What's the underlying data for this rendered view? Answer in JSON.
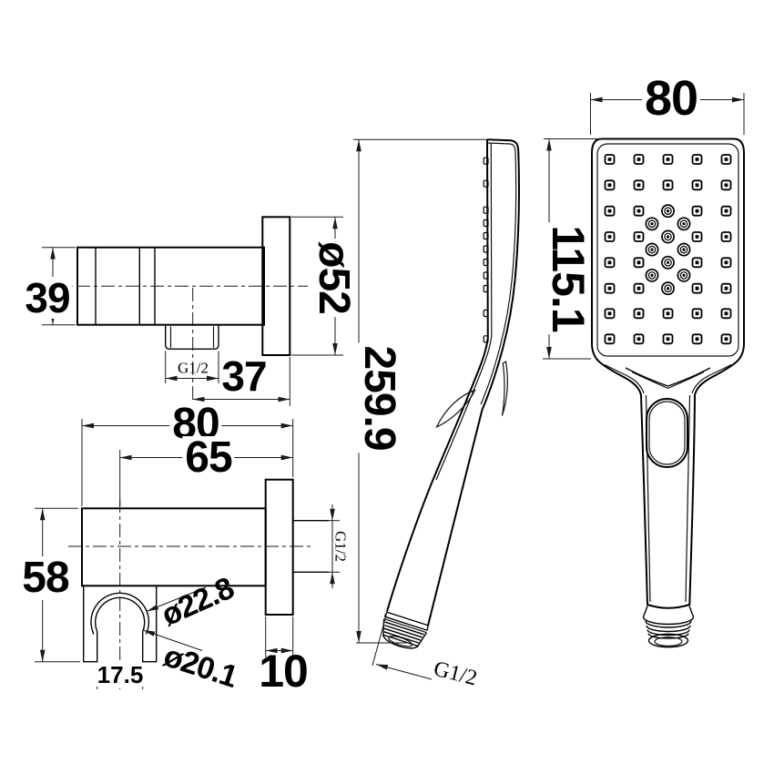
{
  "drawing": {
    "background_color": "#ffffff",
    "line_color": "#000000",
    "wall_elbow": {
      "height_label": "39",
      "flange_diameter_label": "ø52",
      "outlet_thread_label": "G1/2",
      "outlet_offset_label": "37"
    },
    "bracket": {
      "width_label": "80",
      "hook_offset_label": "65",
      "height_label": "58",
      "hook_outer_diameter_label": "ø22.8",
      "hook_inner_diameter_label": "ø20.1",
      "hook_opening_label": "17.5",
      "flange_thickness_label": "10",
      "inlet_thread_label": "G1/2"
    },
    "handshower_side": {
      "length_label": "259.9",
      "thread_label": "G1/2"
    },
    "handshower_front": {
      "width_label": "80",
      "head_length_label": "115.1"
    }
  }
}
